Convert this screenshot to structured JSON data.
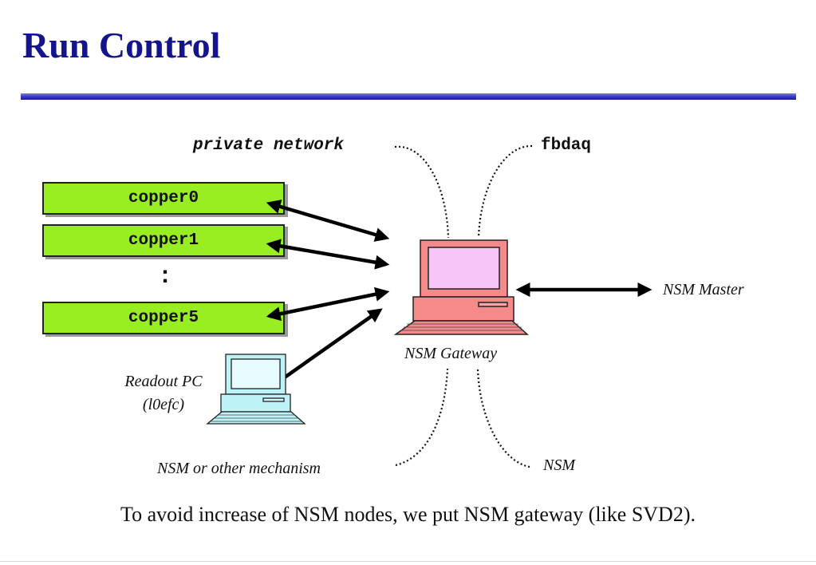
{
  "slide": {
    "title": "Run Control",
    "caption": "To avoid increase of NSM nodes, we put NSM gateway (like SVD2)."
  },
  "diagram": {
    "nodes": {
      "copper0": "copper0",
      "copper1": "copper1",
      "ellipsis": ":",
      "copper5": "copper5",
      "readout_pc": [
        "Readout PC",
        "(l0efc)"
      ],
      "nsm_gateway": "NSM Gateway",
      "nsm_master": "NSM Master"
    },
    "networks": {
      "private": "private network",
      "fbdaq": "fbdaq",
      "nsm_or_other": "NSM or other mechanism",
      "nsm": "NSM"
    },
    "colors": {
      "title": "#14148c",
      "copper_fill": "#99ee22",
      "gateway_pc": "#f58a8a",
      "gateway_screen": "#f6c6f6",
      "readout_pc": "#bdf2f6"
    },
    "icons": {
      "gateway": "computer-icon",
      "readout": "computer-icon"
    }
  }
}
